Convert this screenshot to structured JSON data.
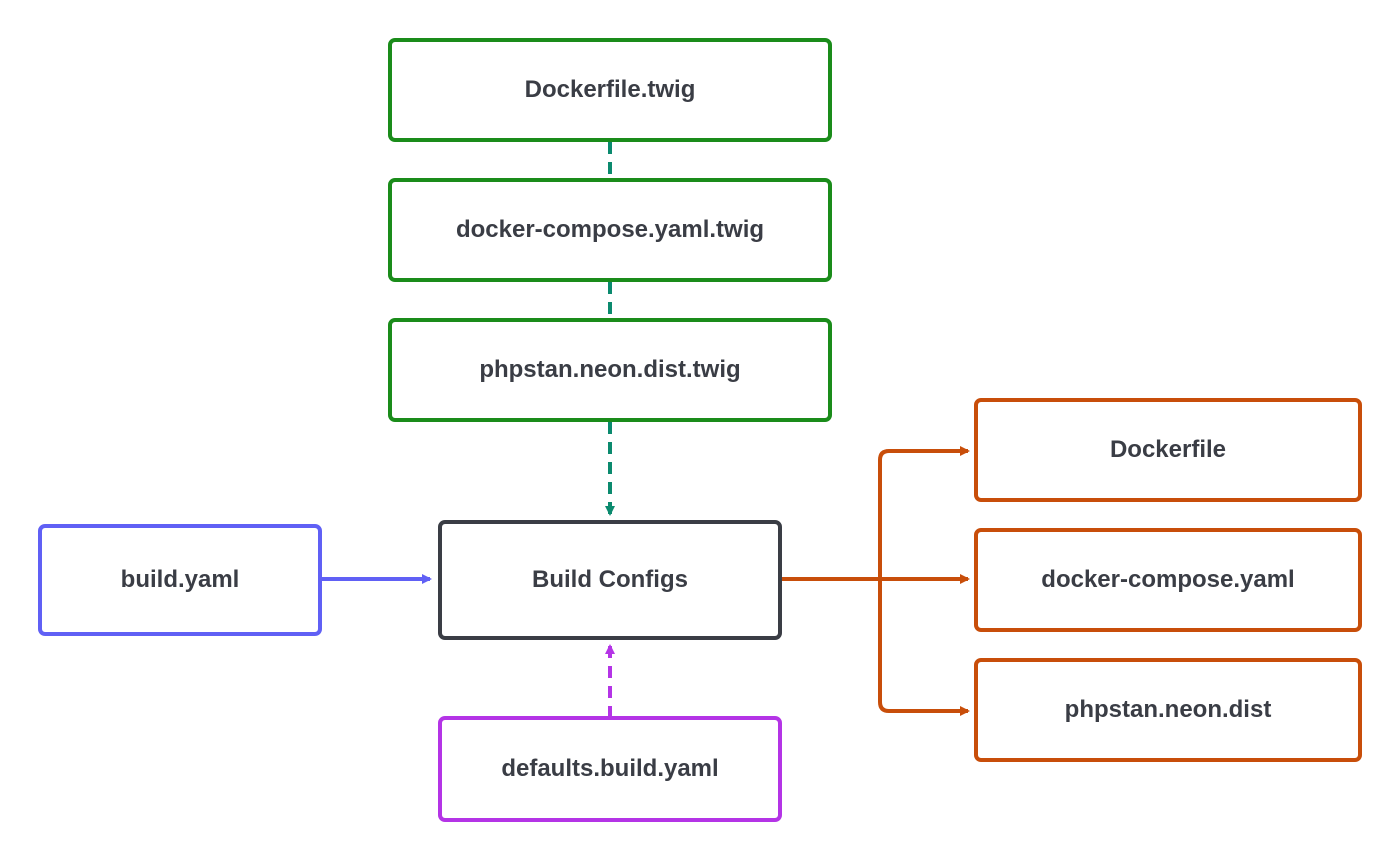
{
  "nodes": {
    "dockerfile_twig": "Dockerfile.twig",
    "docker_compose_twig": "docker-compose.yaml.twig",
    "phpstan_twig": "phpstan.neon.dist.twig",
    "build_yaml": "build.yaml",
    "build_configs": "Build Configs",
    "defaults_build_yaml": "defaults.build.yaml",
    "dockerfile": "Dockerfile",
    "docker_compose_yaml": "docker-compose.yaml",
    "phpstan_neon_dist": "phpstan.neon.dist"
  },
  "colors": {
    "template_border": "#1a8c1a",
    "template_connector": "#0b8a6e",
    "input_border": "#6060f5",
    "center_border": "#3a3d45",
    "defaults_border": "#b434e6",
    "output_border": "#c84e0a",
    "text": "#3a3d45"
  }
}
